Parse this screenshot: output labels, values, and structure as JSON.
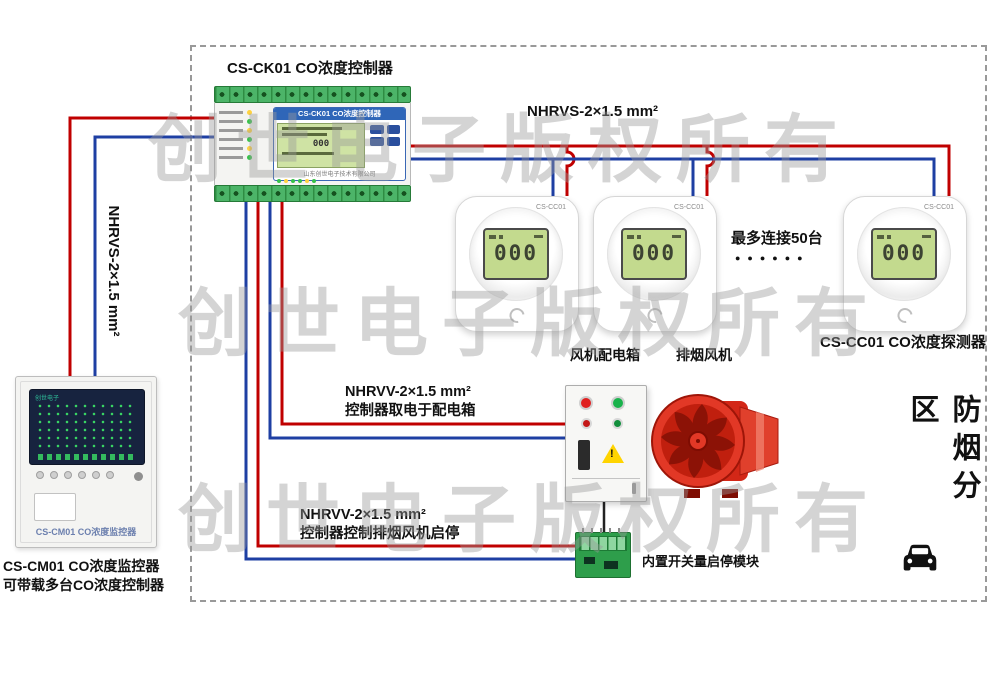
{
  "diagram": {
    "watermark": "创世电子版权所有",
    "zone_label": "防烟分区",
    "max_connect_label": "最多连接50台",
    "dots": "●●●●●●"
  },
  "cables": {
    "top_label": "NHRVS-2×1.5 mm²",
    "left_label": "NHRVS-2×1.5 mm²",
    "power_line1": "NHRVV-2×1.5 mm²",
    "power_line2": "控制器取电于配电箱",
    "fan_line1": "NHRVV-2×1.5 mm²",
    "fan_line2": "控制器控制排烟风机启停"
  },
  "controller": {
    "title": "CS-CK01 CO浓度控制器",
    "header": "CS-CK01 CO浓度控制器",
    "lcd_value": "000",
    "company": "山东创世电子技术有限公司"
  },
  "detector": {
    "model": "CS-CC01",
    "lcd_value": "000",
    "caption": "CS-CC01 CO浓度探测器"
  },
  "monitor": {
    "logo": "创世电子",
    "panel_text": "CS-CM01 CO浓度监控器",
    "caption_line1": "CS-CM01 CO浓度监控器",
    "caption_line2": "可带载多台CO浓度控制器"
  },
  "equipment": {
    "distbox_label": "风机配电箱",
    "fan_label": "排烟风机",
    "module_label": "内置开关量启停模块"
  },
  "colors": {
    "wire_red": "#c00000",
    "wire_blue": "#1e3fa3",
    "wire_black": "#222222"
  }
}
